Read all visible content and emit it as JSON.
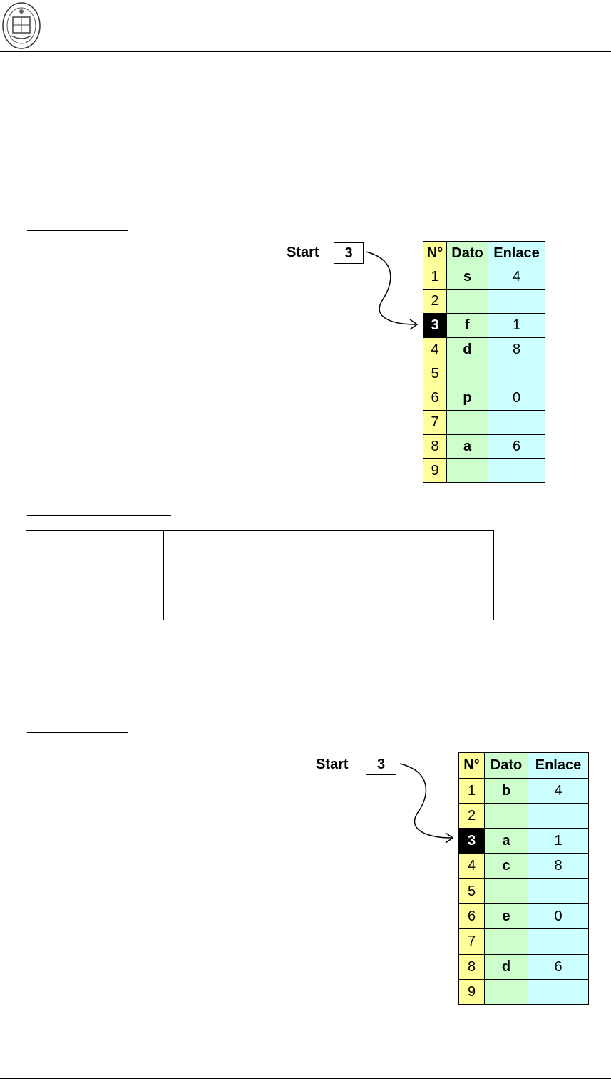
{
  "top_table": {
    "start_label": "Start",
    "start_value": "3",
    "headers": [
      "N°",
      "Dato",
      "Enlace"
    ],
    "rows": [
      {
        "n": "1",
        "dato": "s",
        "enlace": "4"
      },
      {
        "n": "2",
        "dato": "",
        "enlace": ""
      },
      {
        "n": "3",
        "dato": "f",
        "enlace": "1"
      },
      {
        "n": "4",
        "dato": "d",
        "enlace": "8"
      },
      {
        "n": "5",
        "dato": "",
        "enlace": ""
      },
      {
        "n": "6",
        "dato": "p",
        "enlace": "0"
      },
      {
        "n": "7",
        "dato": "",
        "enlace": ""
      },
      {
        "n": "8",
        "dato": "a",
        "enlace": "6"
      },
      {
        "n": "9",
        "dato": "",
        "enlace": ""
      }
    ]
  },
  "bottom_table": {
    "start_label": "Start",
    "start_value": "3",
    "headers": [
      "N°",
      "Dato",
      "Enlace"
    ],
    "rows": [
      {
        "n": "1",
        "dato": "b",
        "enlace": "4"
      },
      {
        "n": "2",
        "dato": "",
        "enlace": ""
      },
      {
        "n": "3",
        "dato": "a",
        "enlace": "1"
      },
      {
        "n": "4",
        "dato": "c",
        "enlace": "8"
      },
      {
        "n": "5",
        "dato": "",
        "enlace": ""
      },
      {
        "n": "6",
        "dato": "e",
        "enlace": "0"
      },
      {
        "n": "7",
        "dato": "",
        "enlace": ""
      },
      {
        "n": "8",
        "dato": "d",
        "enlace": "6"
      },
      {
        "n": "9",
        "dato": "",
        "enlace": ""
      }
    ]
  }
}
